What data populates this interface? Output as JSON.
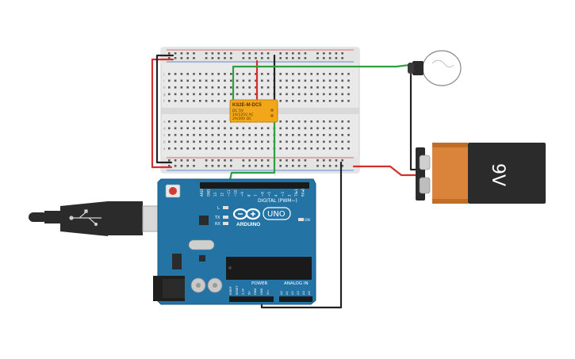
{
  "colors": {
    "wire_red": "#d62d2d",
    "wire_black": "#222222",
    "wire_green": "#2ea043",
    "arduino_blue": "#2473a5",
    "relay_orange": "#f2a71b",
    "breadboard": "#e8e8e8",
    "battery_copper": "#d9833b",
    "battery_black": "#2b2b2b"
  },
  "breadboard": {
    "row_letters_top": [
      "j",
      "i",
      "h",
      "g",
      "f"
    ],
    "row_letters_bottom": [
      "e",
      "d",
      "c",
      "b",
      "a"
    ]
  },
  "relay": {
    "model": "KS2E-M-DC5",
    "line1": "DC 5V",
    "line2": "1A/125V AC",
    "line3": "2A/30V DC"
  },
  "arduino": {
    "brand": "ARDUINO",
    "model": "UNO",
    "digital_label": "DIGITAL (PWM~)",
    "power_label": "POWER",
    "analog_label": "ANALOG IN",
    "on_label": "ON",
    "tx_label": "TX",
    "rx_label": "RX",
    "l_label": "L",
    "digital_pins": [
      "AREF",
      "GND",
      "13",
      "12",
      "~11",
      "~10",
      "~9",
      "8",
      "7",
      "~6",
      "~5",
      "4",
      "~3",
      "2",
      "TX▸1",
      "RX◂0"
    ],
    "power_pins": [
      "IOREF",
      "RESET",
      "3.3V",
      "5V",
      "GND",
      "GND",
      "Vin"
    ],
    "analog_pins": [
      "A0",
      "A1",
      "A2",
      "A3",
      "A4",
      "A5"
    ]
  },
  "battery": {
    "label": "9V"
  },
  "icons": [
    "usb-cable-icon",
    "lightbulb-icon",
    "arduino-infinity-logo-icon",
    "reset-button-icon"
  ]
}
